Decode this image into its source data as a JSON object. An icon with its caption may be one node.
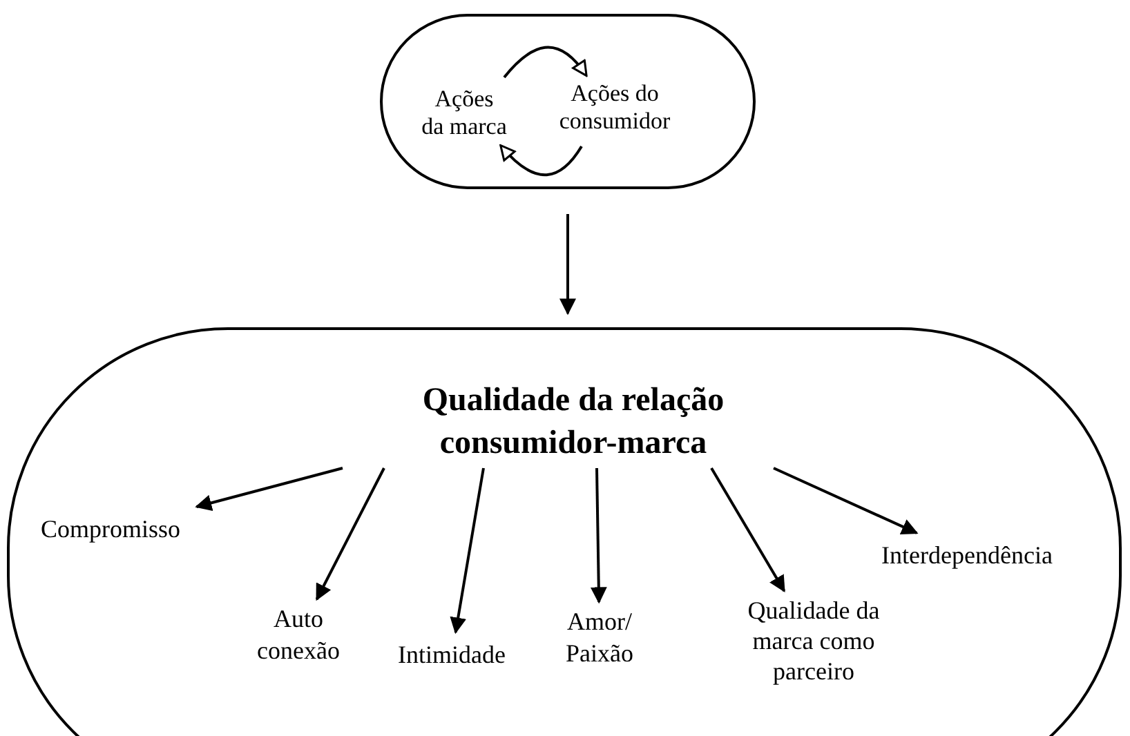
{
  "diagram": {
    "nodes": [
      {
        "text": [],
        "shape": "box"
      },
      {
        "text": [
          "Ações da marca"
        ],
        "in": 0
      },
      {
        "text": [
          "Ações do consumidor"
        ],
        "in": 0
      },
      {
        "text": [],
        "shape": "box"
      },
      {
        "text": [
          "Qualidade da relação consumidor-marca"
        ],
        "in": 3
      },
      {
        "text": [
          "Compromisso"
        ],
        "in": 3
      },
      {
        "text": [
          "Auto conexão"
        ],
        "in": 3
      },
      {
        "text": [
          "Intimidade"
        ],
        "in": 3
      },
      {
        "text": [
          "Amor/ Paixão"
        ],
        "in": 3
      },
      {
        "text": [
          "Qualidade da marca como parceiro"
        ],
        "in": 3
      },
      {
        "text": [
          "Interdependência"
        ],
        "in": 3
      }
    ],
    "edges": [
      {
        "from": 1,
        "to": 2,
        "arrow": "to"
      },
      {
        "from": 2,
        "to": 1,
        "arrow": "to"
      },
      {
        "from": 0,
        "to": 3,
        "arrow": "to"
      },
      {
        "from": 4,
        "to": 5,
        "arrow": "to"
      },
      {
        "from": 4,
        "to": 6,
        "arrow": "to"
      },
      {
        "from": 4,
        "to": 7,
        "arrow": "to"
      },
      {
        "from": 4,
        "to": 8,
        "arrow": "to"
      },
      {
        "from": 4,
        "to": 9,
        "arrow": "to"
      },
      {
        "from": 4,
        "to": 10,
        "arrow": "to"
      }
    ]
  }
}
